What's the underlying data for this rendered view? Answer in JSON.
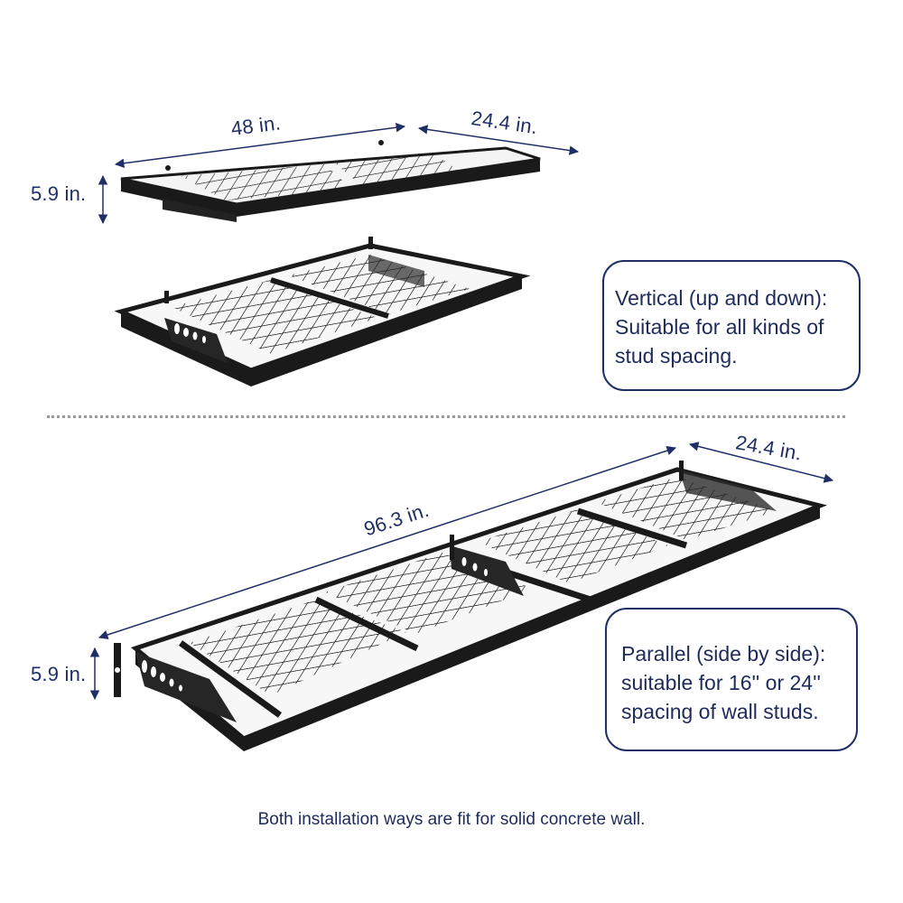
{
  "top_section": {
    "dimensions": {
      "length": "48 in.",
      "depth": "24.4 in.",
      "height": "5.9 in."
    },
    "note": {
      "lines": [
        "Vertical (up and down):",
        "Suitable for all kinds of",
        "stud spacing."
      ]
    }
  },
  "bottom_section": {
    "dimensions": {
      "length": "96.3 in.",
      "depth": "24.4 in.",
      "height": "5.9 in."
    },
    "note": {
      "lines": [
        "Parallel (side by side):",
        "suitable for 16'' or 24''",
        "spacing of wall studs."
      ]
    }
  },
  "footer": {
    "text": "Both installation ways are fit for solid concrete wall."
  },
  "colors": {
    "accent": "#1f2f66",
    "shelf": "#1a1a1a",
    "divider": "#9a9a9a"
  }
}
